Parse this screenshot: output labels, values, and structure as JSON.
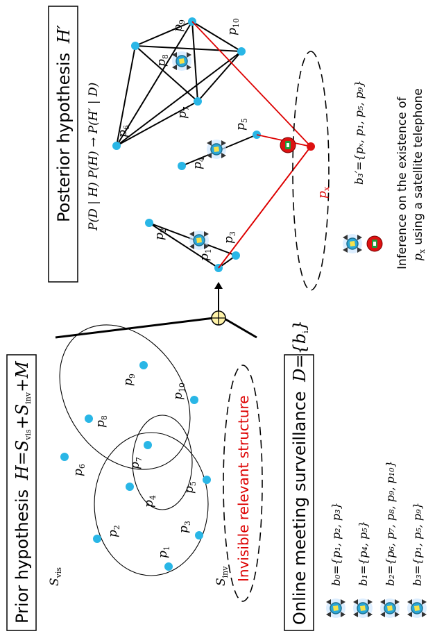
{
  "prior": {
    "title": "Prior hypothesis",
    "formula": "H=S",
    "formula_rest": "+M"
  },
  "posterior": {
    "title": "Posterior hypothesis",
    "formula": "P(D | H) P(H) → P(H′ | D)"
  },
  "surveillance": {
    "title": "Online meeting surveillance",
    "formula": "D={b",
    "formula_end": "}"
  },
  "sets": {
    "s_vis": "S",
    "vis": "vis",
    "s_inv": "S",
    "inv": "inv"
  },
  "invisible_label": "Invisible relevant structure",
  "nodes": {
    "p1": "1",
    "p2": "2",
    "p3": "3",
    "p4": "4",
    "p5": "5",
    "p6": "6",
    "p7": "7",
    "p8": "8",
    "p9": "9",
    "p10": "10",
    "px": "x"
  },
  "observations": [
    "b₀={p₁, p₂, p₃}",
    "b₁={p₄, p₅}",
    "b₂={p₆, p₇, p₈, p₉, p₁₀}",
    "b₃={p₁, p₅, p₉}"
  ],
  "inferred_observation": "b₃′={pₓ, p₁, p₅, p₉}",
  "inference_caption": {
    "line1": "Inference on the existence of",
    "line2": "using a satellite telephone",
    "pvar": "p",
    "sub": "x"
  },
  "colors": {
    "node": "#29b6e6",
    "red_link": "#dd0000",
    "combine_fill": "#fff3a8",
    "satellite_phone": "#dd1111"
  }
}
